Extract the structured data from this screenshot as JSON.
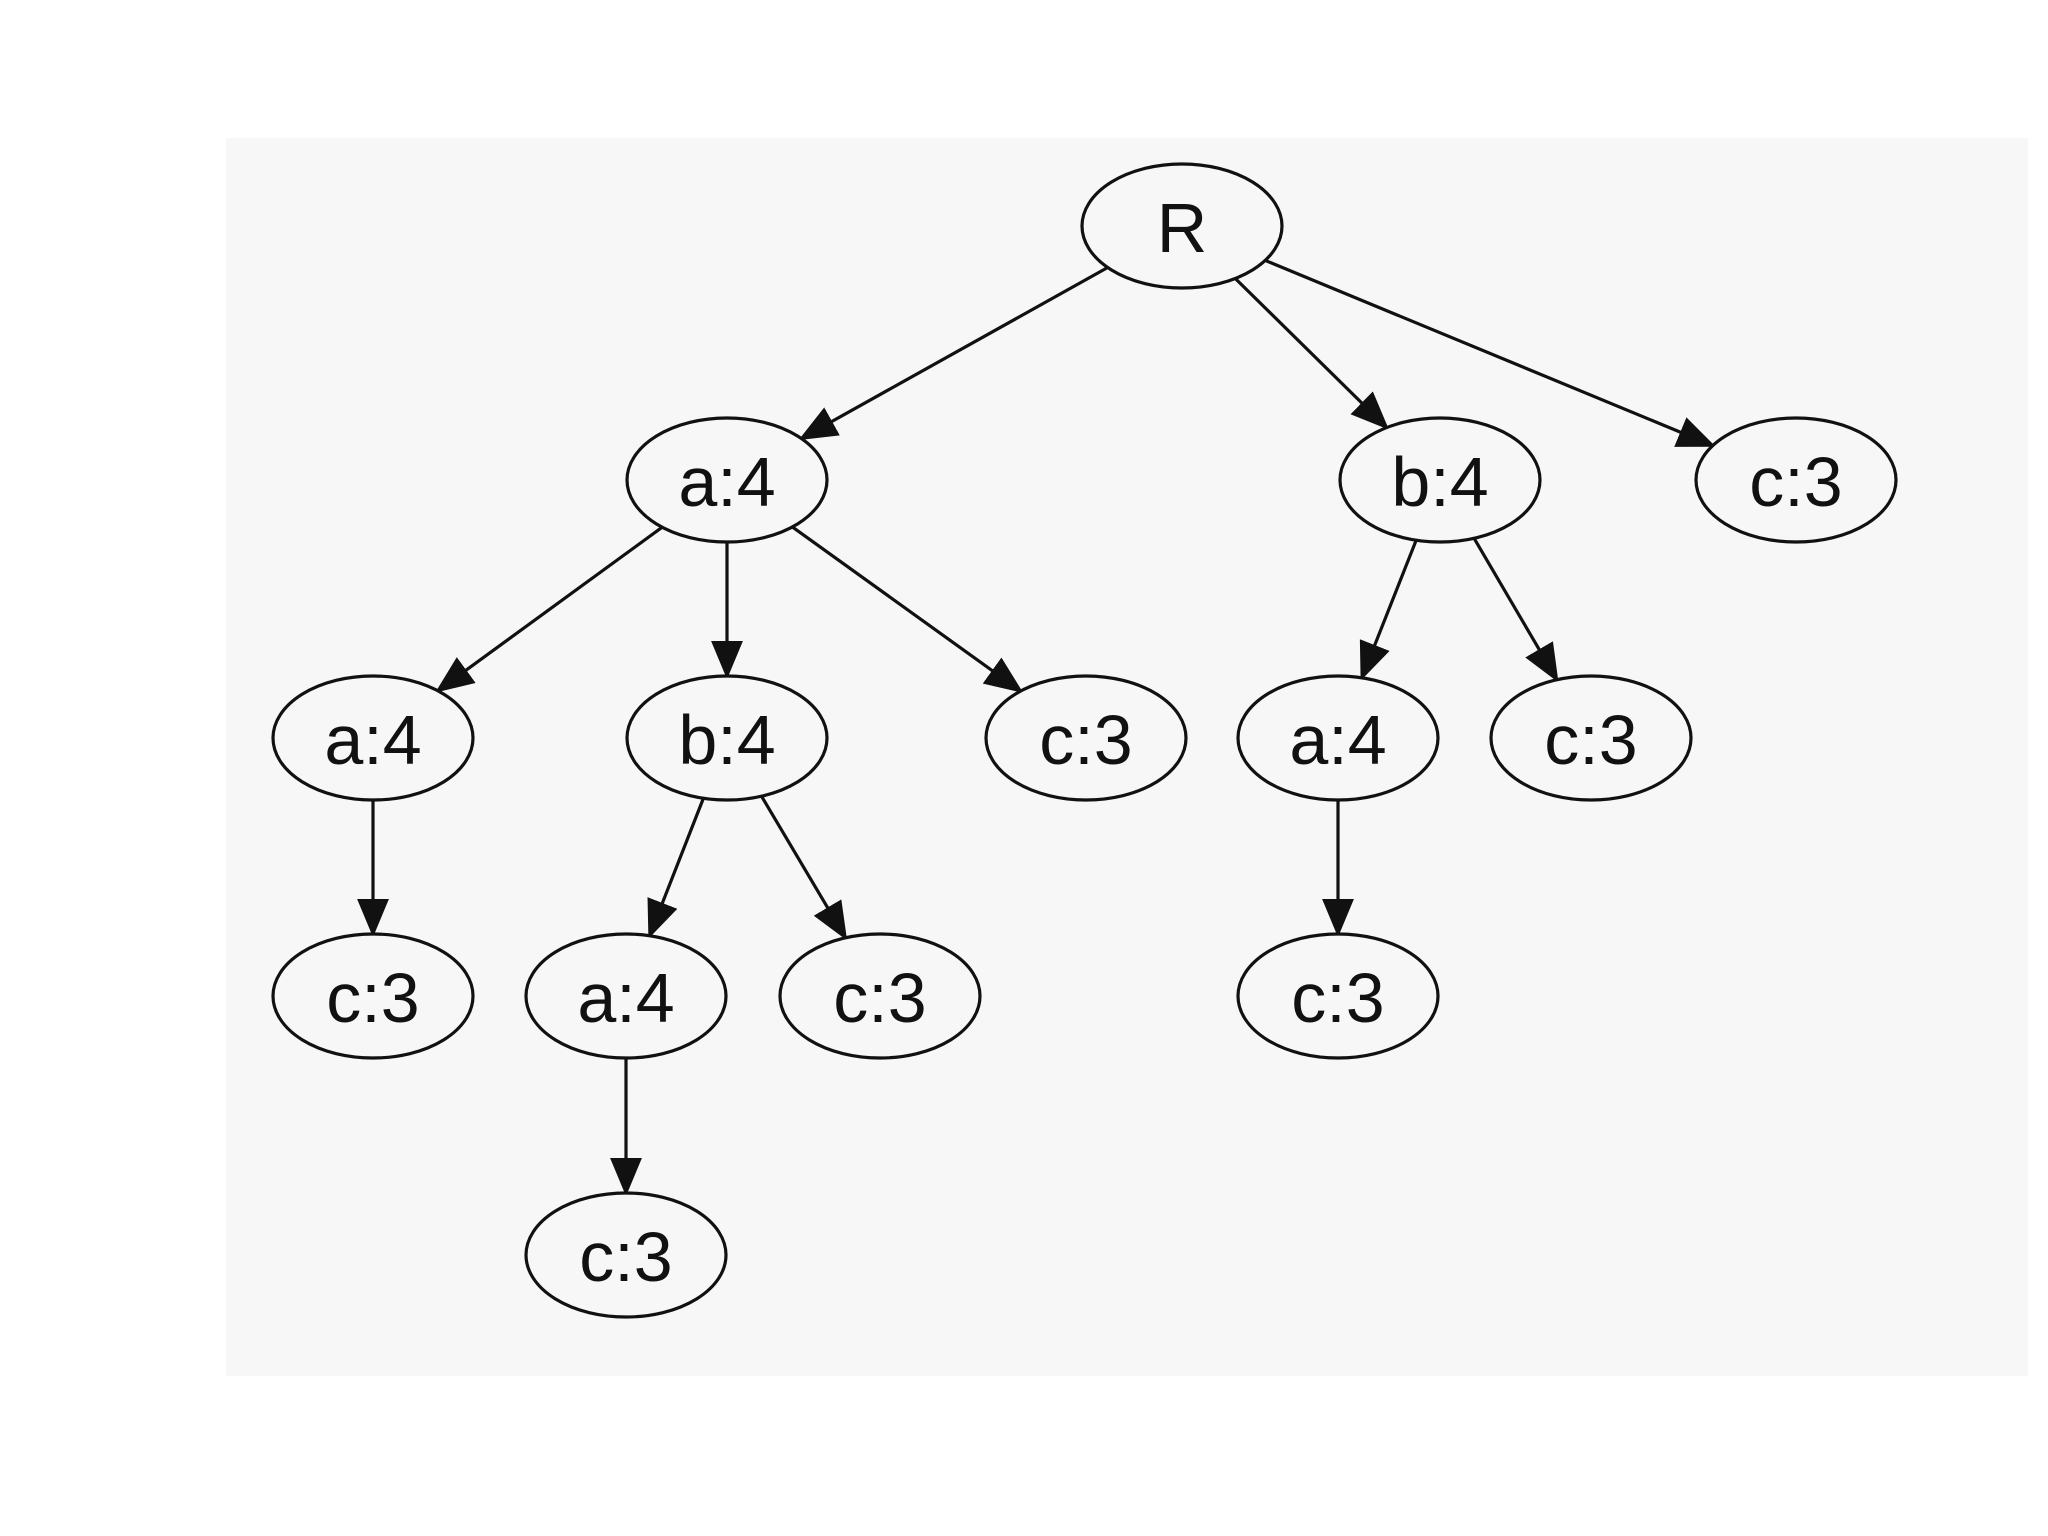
{
  "diagram": {
    "type": "tree",
    "root": "n0",
    "nodes": [
      {
        "id": "n0",
        "label": "R"
      },
      {
        "id": "n1",
        "label": "a:4"
      },
      {
        "id": "n2",
        "label": "b:4"
      },
      {
        "id": "n3",
        "label": "c:3"
      },
      {
        "id": "n4",
        "label": "a:4"
      },
      {
        "id": "n5",
        "label": "b:4"
      },
      {
        "id": "n6",
        "label": "c:3"
      },
      {
        "id": "n7",
        "label": "a:4"
      },
      {
        "id": "n8",
        "label": "c:3"
      },
      {
        "id": "n9",
        "label": "c:3"
      },
      {
        "id": "n10",
        "label": "a:4"
      },
      {
        "id": "n11",
        "label": "c:3"
      },
      {
        "id": "n12",
        "label": "c:3"
      },
      {
        "id": "n13",
        "label": "c:3"
      }
    ],
    "edges": [
      {
        "from": "n0",
        "to": "n1"
      },
      {
        "from": "n0",
        "to": "n2"
      },
      {
        "from": "n0",
        "to": "n3"
      },
      {
        "from": "n1",
        "to": "n4"
      },
      {
        "from": "n1",
        "to": "n5"
      },
      {
        "from": "n1",
        "to": "n6"
      },
      {
        "from": "n2",
        "to": "n7"
      },
      {
        "from": "n2",
        "to": "n8"
      },
      {
        "from": "n4",
        "to": "n9"
      },
      {
        "from": "n5",
        "to": "n10"
      },
      {
        "from": "n5",
        "to": "n11"
      },
      {
        "from": "n7",
        "to": "n12"
      },
      {
        "from": "n10",
        "to": "n13"
      }
    ],
    "colors": {
      "panel": "#f7f7f7",
      "stroke": "#111111",
      "page": "#ffffff"
    }
  }
}
